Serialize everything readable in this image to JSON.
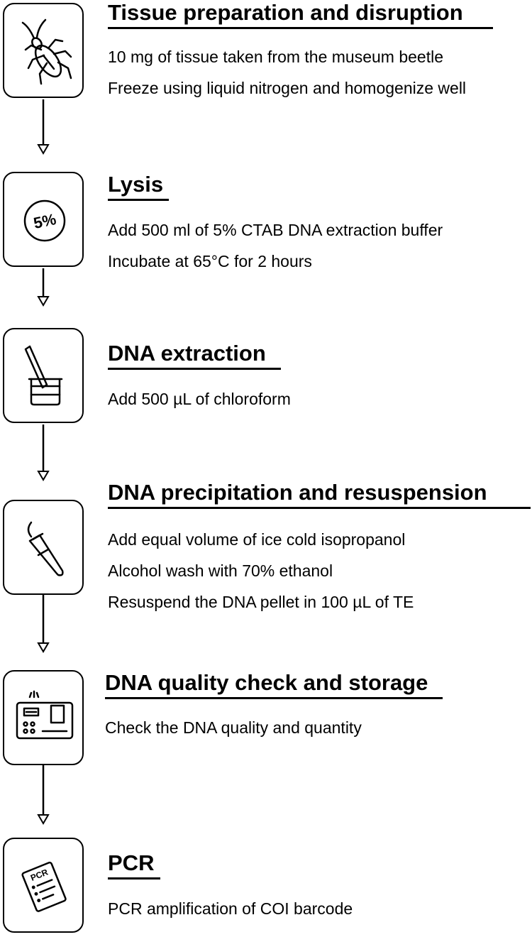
{
  "steps": [
    {
      "title": "Tissue preparation and disruption",
      "lines": [
        "10 mg of tissue taken from the museum beetle",
        "Freeze using liquid nitrogen and homogenize well"
      ],
      "icon": "beetle-icon"
    },
    {
      "title": "Lysis",
      "lines": [
        "Add 500 ml of 5% CTAB DNA extraction buffer",
        "Incubate at 65°C for 2 hours"
      ],
      "icon": "percent-badge-icon",
      "icon_text": "5%"
    },
    {
      "title": "DNA extraction",
      "lines": [
        "Add 500 µL of chloroform"
      ],
      "icon": "beaker-spatula-icon"
    },
    {
      "title": "DNA precipitation and resuspension",
      "lines": [
        "Add equal volume of ice cold isopropanol",
        "Alcohol wash with 70% ethanol",
        "Resuspend the DNA pellet in 100 µL of TE"
      ],
      "icon": "microtube-icon"
    },
    {
      "title": "DNA quality check and storage",
      "lines": [
        "Check the DNA quality and quantity"
      ],
      "icon": "spectrophotometer-icon"
    },
    {
      "title": "PCR",
      "lines": [
        "PCR amplification of COI barcode"
      ],
      "icon": "pcr-document-icon",
      "icon_text": "PCR"
    }
  ]
}
